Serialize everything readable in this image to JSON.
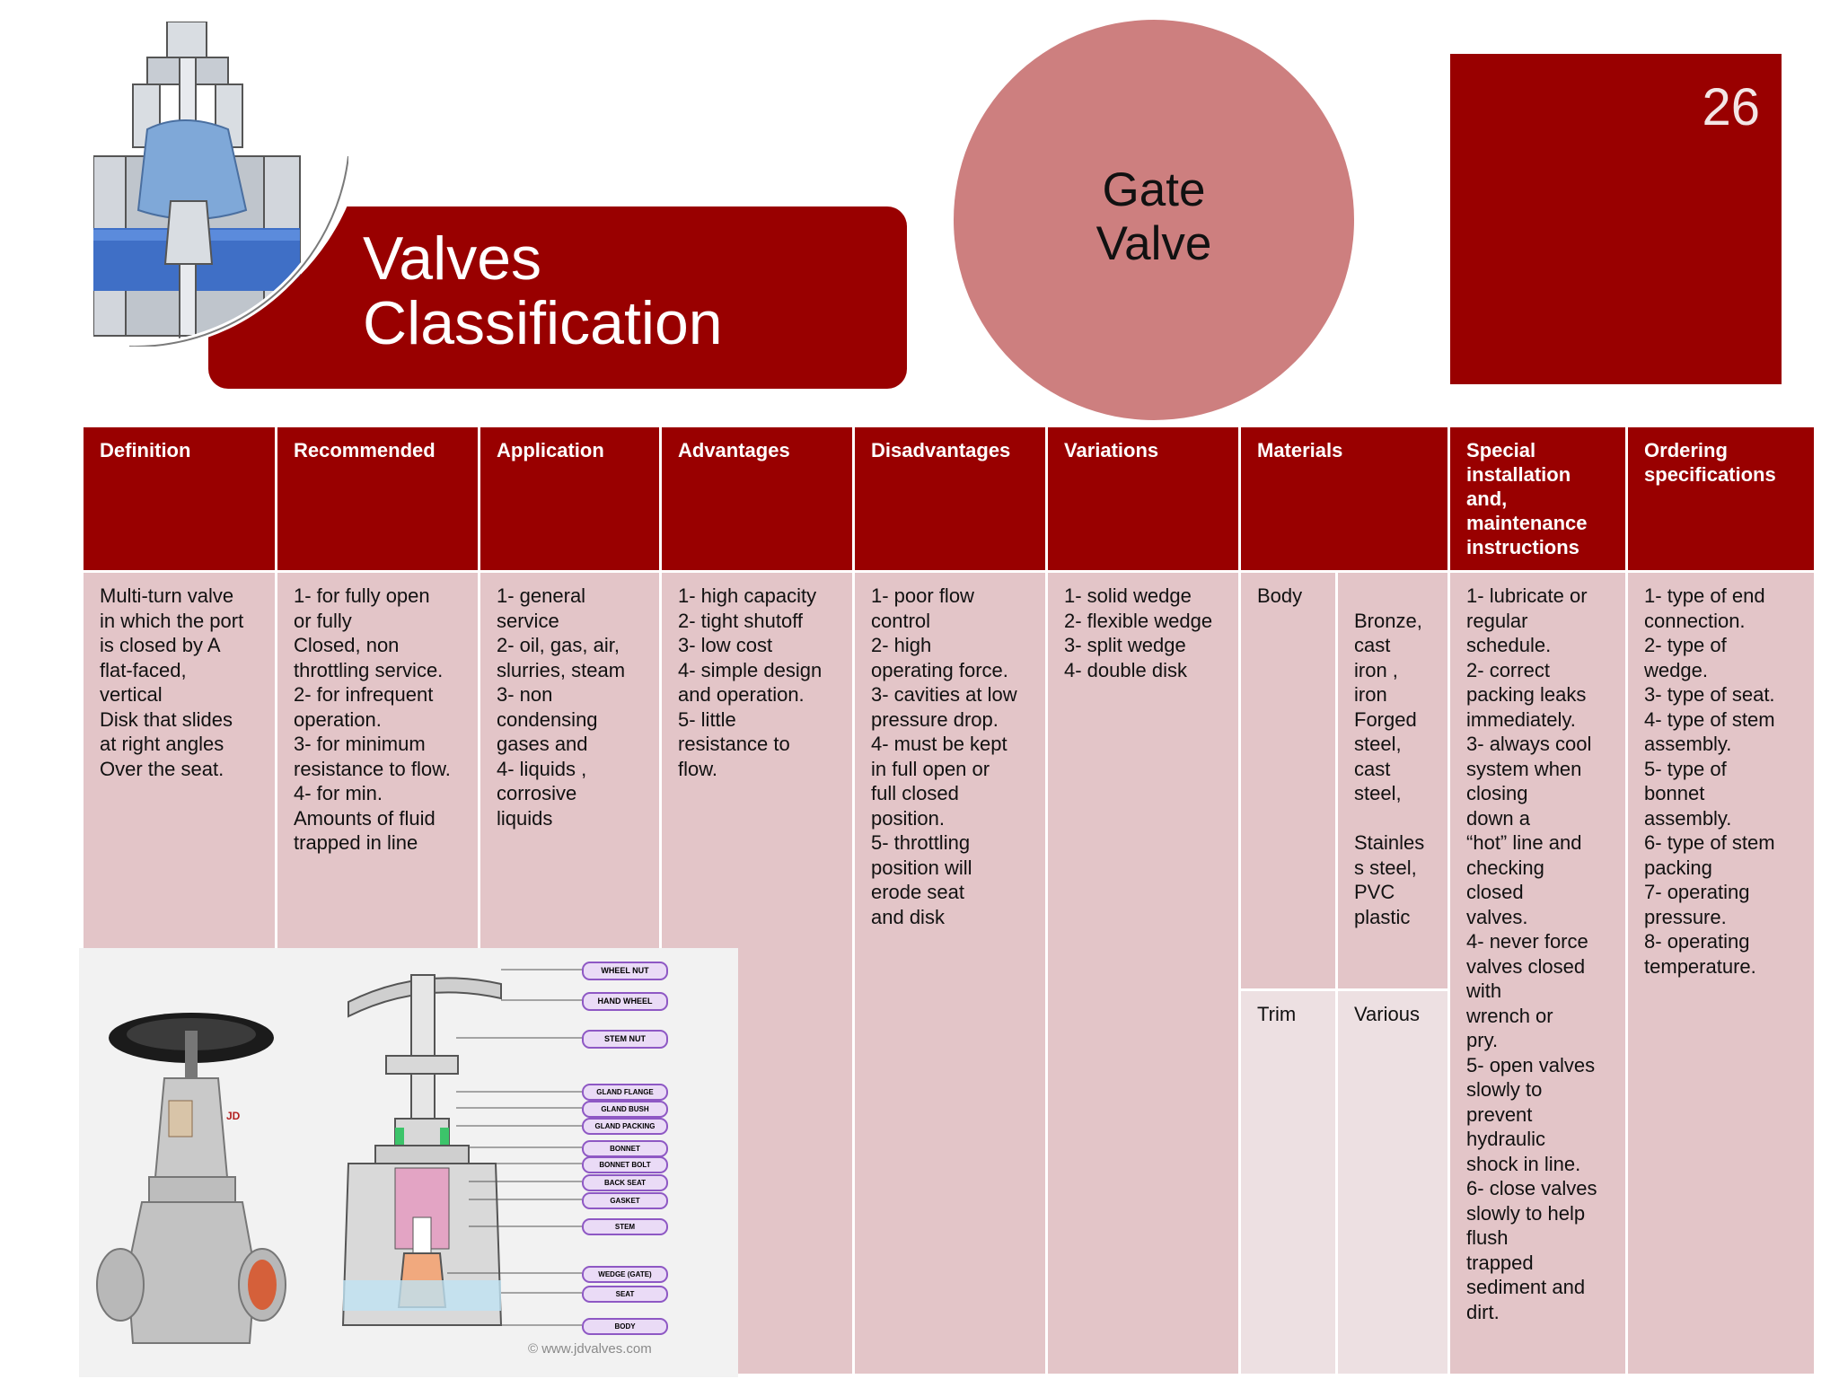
{
  "slide": {
    "title": "Valves\nClassification",
    "subject": "Gate\nValve",
    "page_number": "26"
  },
  "table": {
    "headers": [
      "Definition",
      "Recommended",
      "Application",
      "Advantages",
      "Disadvantages",
      "Variations",
      "Materials",
      "Special installation and, maintenance instructions",
      "Ordering specifications"
    ],
    "cells": {
      "definition": "Multi-turn valve\nin which the port\nis closed by A\nflat-faced,\nvertical\n Disk that slides\nat right  angles\nOver the seat.",
      "recommended": "1- for fully open\nor fully\nClosed, non\nthrottling service.\n2- for infrequent\noperation.\n3- for minimum\nresistance to flow.\n4- for min.\nAmounts of fluid\ntrapped in line",
      "application": "1- general\nservice\n2- oil, gas, air,\nslurries, steam\n3- non\ncondensing\ngases and\n4- liquids ,\ncorrosive\nliquids",
      "advantages": "1- high capacity\n2- tight shutoff\n3- low cost\n4- simple design\nand operation.\n5- little\nresistance to\nflow.",
      "disadvantages": "1- poor flow\ncontrol\n2- high\noperating force.\n3- cavities at low\npressure drop.\n4- must be kept\nin full open or\n    full closed\nposition.\n5- throttling\nposition will\nerode seat\n    and disk",
      "variations": "1- solid wedge\n2- flexible wedge\n3- split wedge\n4- double disk",
      "materials_body_label": "Body",
      "materials_body_value": "\nBronze,\ncast\niron ,\niron\n Forged\nsteel,\ncast\nsteel,\n\nStainles\ns steel,\nPVC\nplastic",
      "materials_trim_label": "Trim",
      "materials_trim_value": "Various",
      "special": "1- lubricate or\nregular\nschedule.\n2- correct\npacking leaks\nimmediately.\n3- always cool\nsystem when\nclosing\n    down a\n“hot” line and\nchecking\n    closed\nvalves.\n4- never force\nvalves closed\nwith\n    wrench or\npry.\n5- open valves\nslowly to\nprevent\n    hydraulic\nshock in line.\n6- close valves\nslowly to help\nflush\n    trapped\nsediment  and\ndirt.",
      "ordering": "1- type of end\nconnection.\n2- type of\nwedge.\n3- type of seat.\n4- type of stem\nassembly.\n5- type of\nbonnet\nassembly.\n6- type of stem\npacking\n7- operating\npressure.\n8- operating\ntemperature."
    }
  },
  "diagram": {
    "labels": [
      "WHEEL NUT",
      "HAND WHEEL",
      "STEM NUT",
      "GLAND FLANGE",
      "GLAND BUSH",
      "GLAND PACKING",
      "BONNET",
      "BONNET BOLT",
      "BACK SEAT",
      "GASKET",
      "STEM",
      "WEDGE (GATE)",
      "SEAT",
      "BODY"
    ],
    "watermark": "© www.jdvalves.com",
    "badge": "JD"
  },
  "colors": {
    "primary": "#990000",
    "circle": "#cd7f7f",
    "cell": "#e3c5c8",
    "cell_alt": "#ede0e2"
  }
}
